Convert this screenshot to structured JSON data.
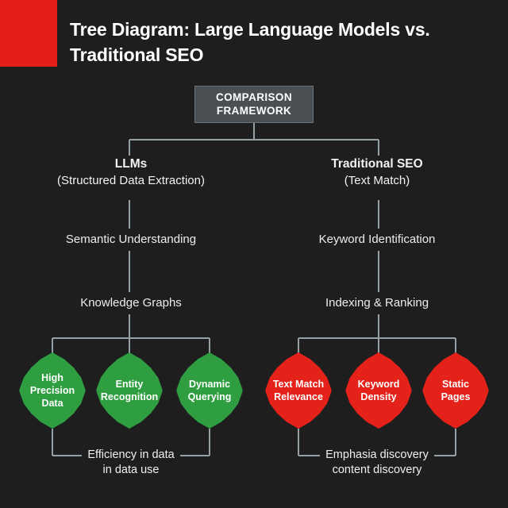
{
  "header": {
    "title": "Tree Diagram: Large Language Models vs. Traditional SEO",
    "accent_color": "#e41f18"
  },
  "colors": {
    "background": "#1e1e1e",
    "connector": "#93a0a6",
    "root_box": "#4a4f53",
    "root_border": "#6d7478",
    "leaf_green": "#2f9e41",
    "leaf_red": "#e42219",
    "text": "#f2f2f2"
  },
  "chart_data": {
    "type": "diagram",
    "diagram_type": "tree",
    "title": "Tree Diagram: Large Language Models vs. Traditional SEO",
    "root": {
      "label_line_1": "COMPARISON",
      "label_line_2": "FRAMEWORK",
      "shape": "rectangle",
      "color": "#4a4f53"
    },
    "branches": [
      {
        "id": "llms",
        "head_title": "LLMs",
        "head_subtitle": "(Structured Data Extraction)",
        "levels": [
          "Semantic Understanding",
          "Knowledge Graphs"
        ],
        "leaves": [
          {
            "label": "High Precision Data",
            "color": "#2f9e41"
          },
          {
            "label": "Entity Recognition",
            "color": "#2f9e41"
          },
          {
            "label": "Dynamic Querying",
            "color": "#2f9e41"
          }
        ],
        "footer_line_1": "Efficiency in data",
        "footer_line_2": "in data use"
      },
      {
        "id": "traditional-seo",
        "head_title": "Traditional SEO",
        "head_subtitle": "(Text Match)",
        "levels": [
          "Keyword Identification",
          "Indexing & Ranking"
        ],
        "leaves": [
          {
            "label": "Text Match Relevance",
            "color": "#e42219"
          },
          {
            "label": "Keyword Density",
            "color": "#e42219"
          },
          {
            "label": "Static Pages",
            "color": "#e42219"
          }
        ],
        "footer_line_1": "Emphasia discovery",
        "footer_line_2": "content discovery"
      }
    ]
  }
}
